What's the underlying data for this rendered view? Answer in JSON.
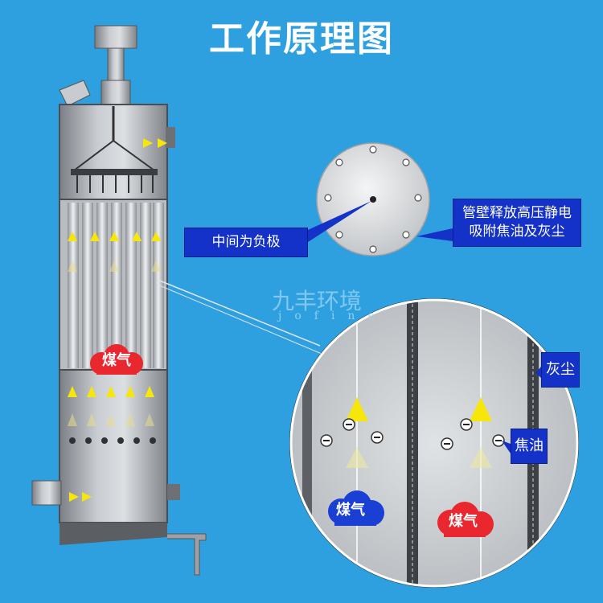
{
  "title": "工作原理图",
  "callouts": {
    "negative_pole": "中间为负极",
    "wall_positive": "管壁释放高压静电吸附焦油及灰尘",
    "dust": "灰尘",
    "tar": "焦油"
  },
  "gas_labels": {
    "left": "煤气",
    "zoom_left": "煤气",
    "zoom_right": "煤气"
  },
  "watermark": {
    "brand": "九丰环境",
    "sub": "jofine"
  },
  "charge_symbol": "−",
  "colors": {
    "background": "#2fa0df",
    "callout": "#1432c8",
    "arrow_yellow": "#f7e60a",
    "gas_red": "#e8272f",
    "gas_blue": "#1a3fd4"
  }
}
